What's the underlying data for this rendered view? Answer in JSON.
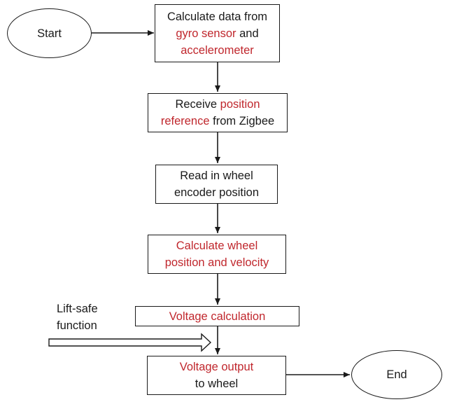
{
  "colors": {
    "text": "#1a1a1a",
    "highlight": "#c0272d",
    "line": "#1a1a1a",
    "background": "#ffffff"
  },
  "nodes": {
    "start": {
      "label": "Start"
    },
    "calc_data": {
      "line1": "Calculate data from",
      "line2_red": "gyro sensor",
      "line2_black": " and",
      "line3_red": "accelerometer"
    },
    "receive_position": {
      "line1_black": "Receive ",
      "line1_red": "position",
      "line2_red": "reference",
      "line2_black": " from Zigbee"
    },
    "read_encoder": {
      "line1": "Read in wheel",
      "line2": "encoder position"
    },
    "calc_wheel": {
      "line1": "Calculate wheel",
      "line2": "position and velocity"
    },
    "voltage_calc": {
      "label": "Voltage calculation"
    },
    "voltage_output": {
      "line1": "Voltage output",
      "line2": "to wheel"
    },
    "end": {
      "label": "End"
    }
  },
  "side_input": {
    "line1": "Lift-safe",
    "line2": "function"
  }
}
